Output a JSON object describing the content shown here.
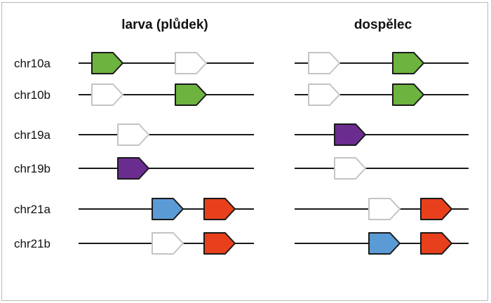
{
  "columns": [
    {
      "title": "larva (plůdek)"
    },
    {
      "title": "dospělec"
    }
  ],
  "colors": {
    "green": "#6db33f",
    "purple": "#6a2d8f",
    "blue": "#5b9bd5",
    "red": "#e8401c",
    "white": "#ffffff"
  },
  "rows": [
    {
      "label": "chr10a",
      "larva": [
        "green",
        "white"
      ],
      "adult": [
        "white",
        "green"
      ]
    },
    {
      "label": "chr10b",
      "larva": [
        "white",
        "green"
      ],
      "adult": [
        "white",
        "green"
      ]
    },
    {
      "label": "chr19a",
      "larva": [
        "white"
      ],
      "adult": [
        "purple"
      ]
    },
    {
      "label": "chr19b",
      "larva": [
        "purple"
      ],
      "adult": [
        "white"
      ]
    },
    {
      "label": "chr21a",
      "larva": [
        "blue",
        "red"
      ],
      "adult": [
        "white",
        "red"
      ]
    },
    {
      "label": "chr21b",
      "larva": [
        "white",
        "red"
      ],
      "adult": [
        "blue",
        "red"
      ]
    }
  ]
}
